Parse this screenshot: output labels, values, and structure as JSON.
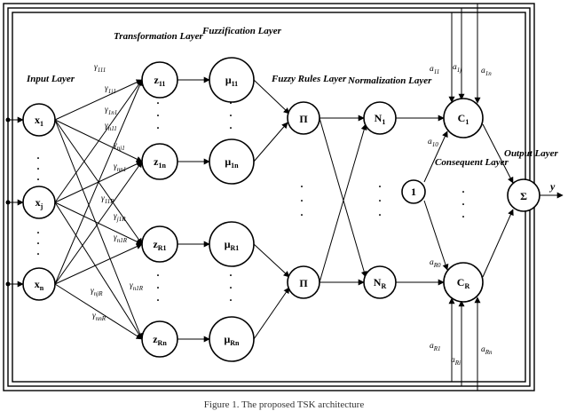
{
  "layers": {
    "input": "Input Layer",
    "transformation": "Transformation Layer",
    "fuzzification": "Fuzzification Layer",
    "rules": "Fuzzy Rules Layer",
    "normalization": "Normalization Layer",
    "consequent": "Consequent Layer",
    "output": "Output Layer"
  },
  "nodes": {
    "x1": [
      "x",
      "1"
    ],
    "xj": [
      "x",
      "j"
    ],
    "xn": [
      "x",
      "n"
    ],
    "z11": [
      "z",
      "11"
    ],
    "z1n": [
      "z",
      "1n"
    ],
    "zR1": [
      "z",
      "R1"
    ],
    "zRn": [
      "z",
      "Rn"
    ],
    "mu11": [
      "μ",
      "11"
    ],
    "mu1n": [
      "μ",
      "1n"
    ],
    "muR1": [
      "μ",
      "R1"
    ],
    "muRn": [
      "μ",
      "Rn"
    ],
    "pi1": [
      "Π",
      ""
    ],
    "piR": [
      "Π",
      ""
    ],
    "n1": [
      "N",
      "1"
    ],
    "nR": [
      "N",
      "R"
    ],
    "one": [
      "1",
      ""
    ],
    "c1": [
      "C",
      "1"
    ],
    "cR": [
      "C",
      "R"
    ],
    "sigma": [
      "Σ",
      ""
    ]
  },
  "weights": {
    "g111": [
      "γ",
      "111"
    ],
    "g1j1": [
      "γ",
      "1j1"
    ],
    "g1n1": [
      "γ",
      "1n1"
    ],
    "gn11": [
      "γ",
      "n11"
    ],
    "gnj1": [
      "γ",
      "nj1"
    ],
    "gnn1": [
      "γ",
      "nn1"
    ],
    "g11R": [
      "γ",
      "11R"
    ],
    "gj1R": [
      "γ",
      "j1R"
    ],
    "gn1R": [
      "γ",
      "n1R"
    ],
    "gn1R2": [
      "γ",
      "n1R"
    ],
    "gnjR": [
      "γ",
      "njR"
    ],
    "gnnR": [
      "γ",
      "nnR"
    ]
  },
  "coefficients": {
    "a11": [
      "a",
      "11"
    ],
    "a1j": [
      "a",
      "1j"
    ],
    "a1n": [
      "a",
      "1n"
    ],
    "a10": [
      "a",
      "10"
    ],
    "aR0": [
      "a",
      "R0"
    ],
    "aR1": [
      "a",
      "R1"
    ],
    "aRi": [
      "a",
      "Ri"
    ],
    "aRn": [
      "a",
      "Rn"
    ]
  },
  "output_label": "y",
  "caption": "Figure 1. The proposed TSK architecture"
}
